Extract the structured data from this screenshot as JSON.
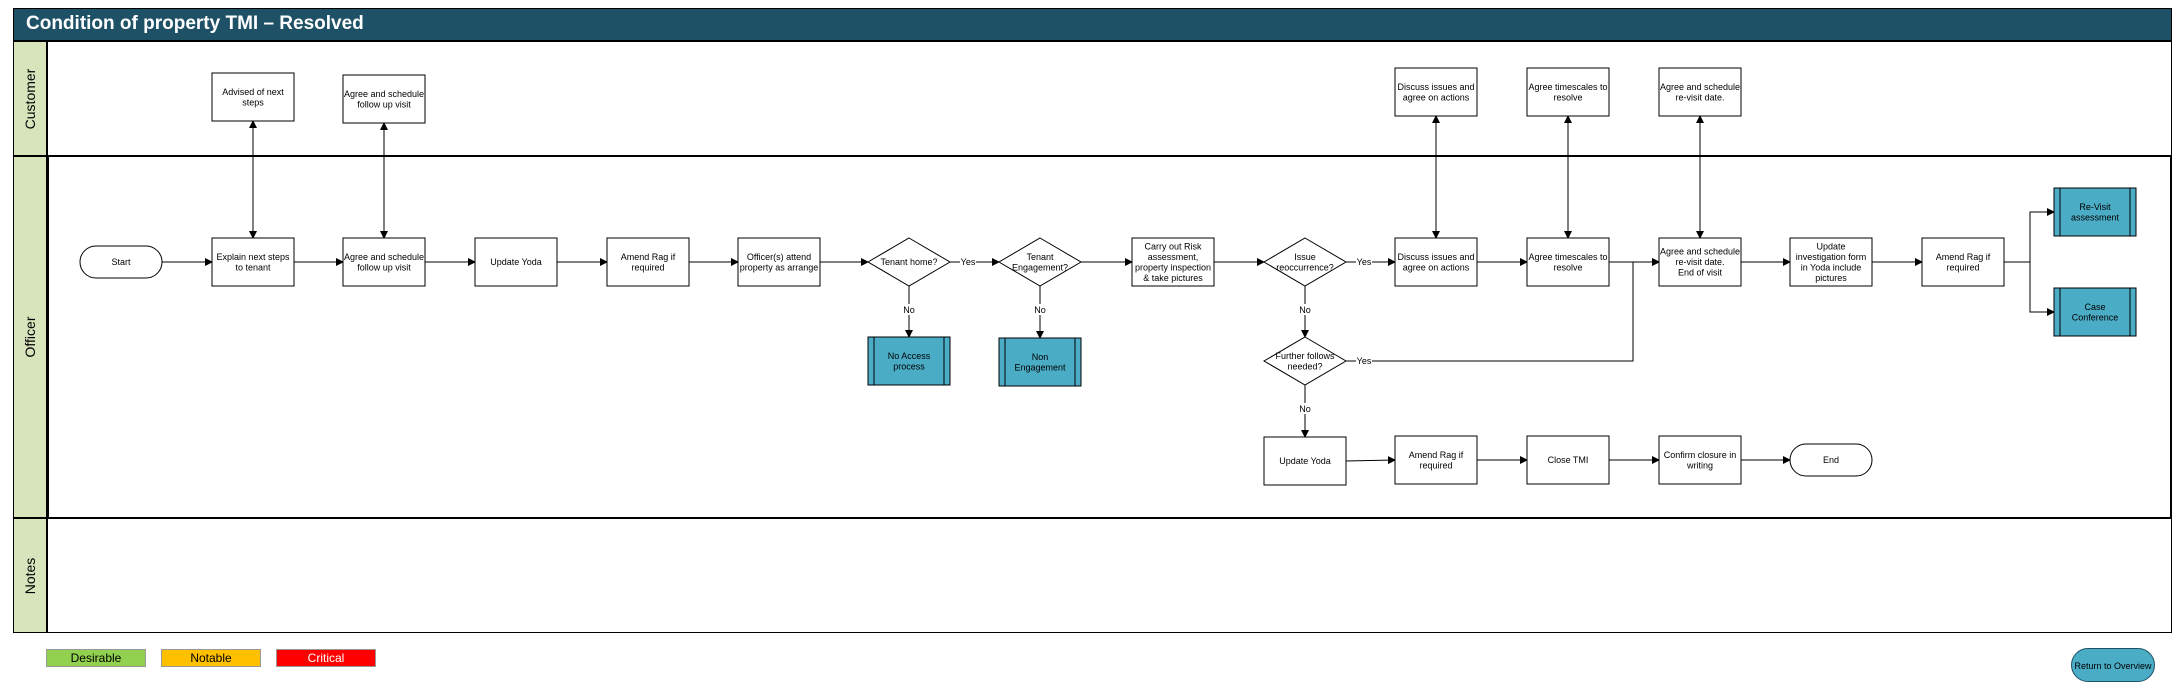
{
  "title": "Condition of property TMI – Resolved",
  "lanes": {
    "customer": "Customer",
    "officer": "Officer",
    "notes": "Notes"
  },
  "colors": {
    "header": "#1f5166",
    "lane_label": "#d8e4bc",
    "subprocess": "#4bacc6",
    "desirable": "#92d050",
    "notable": "#ffc000",
    "critical": "#ff0000"
  },
  "legend": {
    "desirable": "Desirable",
    "notable": "Notable",
    "critical": "Critical"
  },
  "return_button": "Return to Overview",
  "nodes": [
    {
      "id": "advised",
      "shape": "rect",
      "lines": [
        "Advised of next",
        "steps"
      ]
    },
    {
      "id": "agree_cust",
      "shape": "rect",
      "lines": [
        "Agree and schedule",
        "follow up visit"
      ]
    },
    {
      "id": "discuss_cust",
      "shape": "rect",
      "lines": [
        "Discuss issues and",
        "agree on actions"
      ]
    },
    {
      "id": "timescales_cust",
      "shape": "rect",
      "lines": [
        "Agree timescales to",
        "resolve"
      ]
    },
    {
      "id": "revisit_cust",
      "shape": "rect",
      "lines": [
        "Agree and schedule",
        "re-visit date."
      ]
    },
    {
      "id": "start",
      "shape": "terminal",
      "lines": [
        "Start"
      ]
    },
    {
      "id": "explain",
      "shape": "rect",
      "lines": [
        "Explain next steps",
        "to tenant"
      ]
    },
    {
      "id": "agree_off",
      "shape": "rect",
      "lines": [
        "Agree and schedule",
        "follow up visit"
      ]
    },
    {
      "id": "yoda1",
      "shape": "rect",
      "lines": [
        "Update  Yoda"
      ]
    },
    {
      "id": "rag1",
      "shape": "rect",
      "lines": [
        "Amend Rag if",
        "required"
      ]
    },
    {
      "id": "attend",
      "shape": "rect",
      "lines": [
        "Officer(s) attend",
        "property as arrange"
      ]
    },
    {
      "id": "home",
      "shape": "diamond",
      "lines": [
        "Tenant home?"
      ]
    },
    {
      "id": "engage",
      "shape": "diamond",
      "lines": [
        "Tenant",
        "Engagement?"
      ]
    },
    {
      "id": "risk",
      "shape": "rect",
      "lines": [
        "Carry out Risk",
        "assessment,",
        "property inspection",
        "& take pictures"
      ]
    },
    {
      "id": "reocc",
      "shape": "diamond",
      "lines": [
        "Issue",
        "reoccurrence?"
      ]
    },
    {
      "id": "discuss_off",
      "shape": "rect",
      "lines": [
        "Discuss issues and",
        "agree on actions"
      ]
    },
    {
      "id": "timescales_off",
      "shape": "rect",
      "lines": [
        "Agree timescales to",
        "resolve"
      ]
    },
    {
      "id": "revisit_off",
      "shape": "rect",
      "lines": [
        "Agree and schedule",
        "re-visit date.",
        "End of visit"
      ]
    },
    {
      "id": "update_form",
      "shape": "rect",
      "lines": [
        "Update",
        "investigation form",
        "in Yoda include",
        "pictures"
      ]
    },
    {
      "id": "rag2",
      "shape": "rect",
      "lines": [
        "Amend Rag if",
        "required"
      ]
    },
    {
      "id": "revisit_assess",
      "shape": "subprocess",
      "lines": [
        "Re-Visit",
        "assessment"
      ]
    },
    {
      "id": "case_conf",
      "shape": "subprocess",
      "lines": [
        "Case",
        "Conference"
      ]
    },
    {
      "id": "no_access",
      "shape": "subprocess",
      "lines": [
        "No Access",
        "process"
      ]
    },
    {
      "id": "non_engage",
      "shape": "subprocess",
      "lines": [
        "Non",
        "Engagement"
      ]
    },
    {
      "id": "further",
      "shape": "diamond",
      "lines": [
        "Further follows",
        "needed?"
      ]
    },
    {
      "id": "yoda2",
      "shape": "rect",
      "lines": [
        "Update Yoda"
      ]
    },
    {
      "id": "rag3",
      "shape": "rect",
      "lines": [
        "Amend Rag if",
        "required"
      ]
    },
    {
      "id": "close",
      "shape": "rect",
      "lines": [
        "Close TMI"
      ]
    },
    {
      "id": "confirm",
      "shape": "rect",
      "lines": [
        "Confirm closure in",
        "writing"
      ]
    },
    {
      "id": "end",
      "shape": "terminal",
      "lines": [
        "End"
      ]
    }
  ],
  "edges": [
    {
      "from": "start",
      "to": "explain"
    },
    {
      "from": "explain",
      "to": "agree_off"
    },
    {
      "from": "agree_off",
      "to": "yoda1"
    },
    {
      "from": "yoda1",
      "to": "rag1"
    },
    {
      "from": "rag1",
      "to": "attend"
    },
    {
      "from": "attend",
      "to": "home"
    },
    {
      "from": "home",
      "to": "engage",
      "label": "Yes"
    },
    {
      "from": "engage",
      "to": "risk"
    },
    {
      "from": "risk",
      "to": "reocc"
    },
    {
      "from": "reocc",
      "to": "discuss_off",
      "label": "Yes"
    },
    {
      "from": "discuss_off",
      "to": "timescales_off"
    },
    {
      "from": "timescales_off",
      "to": "revisit_off"
    },
    {
      "from": "revisit_off",
      "to": "update_form"
    },
    {
      "from": "update_form",
      "to": "rag2"
    },
    {
      "from": "rag2",
      "to": "revisit_assess"
    },
    {
      "from": "rag2",
      "to": "case_conf"
    },
    {
      "from": "home",
      "to": "no_access",
      "label": "No"
    },
    {
      "from": "engage",
      "to": "non_engage",
      "label": "No"
    },
    {
      "from": "reocc",
      "to": "further",
      "label": "No"
    },
    {
      "from": "further",
      "to": "revisit_off",
      "label": "Yes"
    },
    {
      "from": "further",
      "to": "yoda2",
      "label": "No"
    },
    {
      "from": "yoda2",
      "to": "rag3"
    },
    {
      "from": "rag3",
      "to": "close"
    },
    {
      "from": "close",
      "to": "confirm"
    },
    {
      "from": "confirm",
      "to": "end"
    },
    {
      "from": "explain",
      "to": "advised",
      "bidirectional": true
    },
    {
      "from": "agree_off",
      "to": "agree_cust",
      "bidirectional": true
    },
    {
      "from": "discuss_off",
      "to": "discuss_cust",
      "bidirectional": true
    },
    {
      "from": "timescales_off",
      "to": "timescales_cust",
      "bidirectional": true
    },
    {
      "from": "revisit_off",
      "to": "revisit_cust",
      "bidirectional": true
    }
  ]
}
